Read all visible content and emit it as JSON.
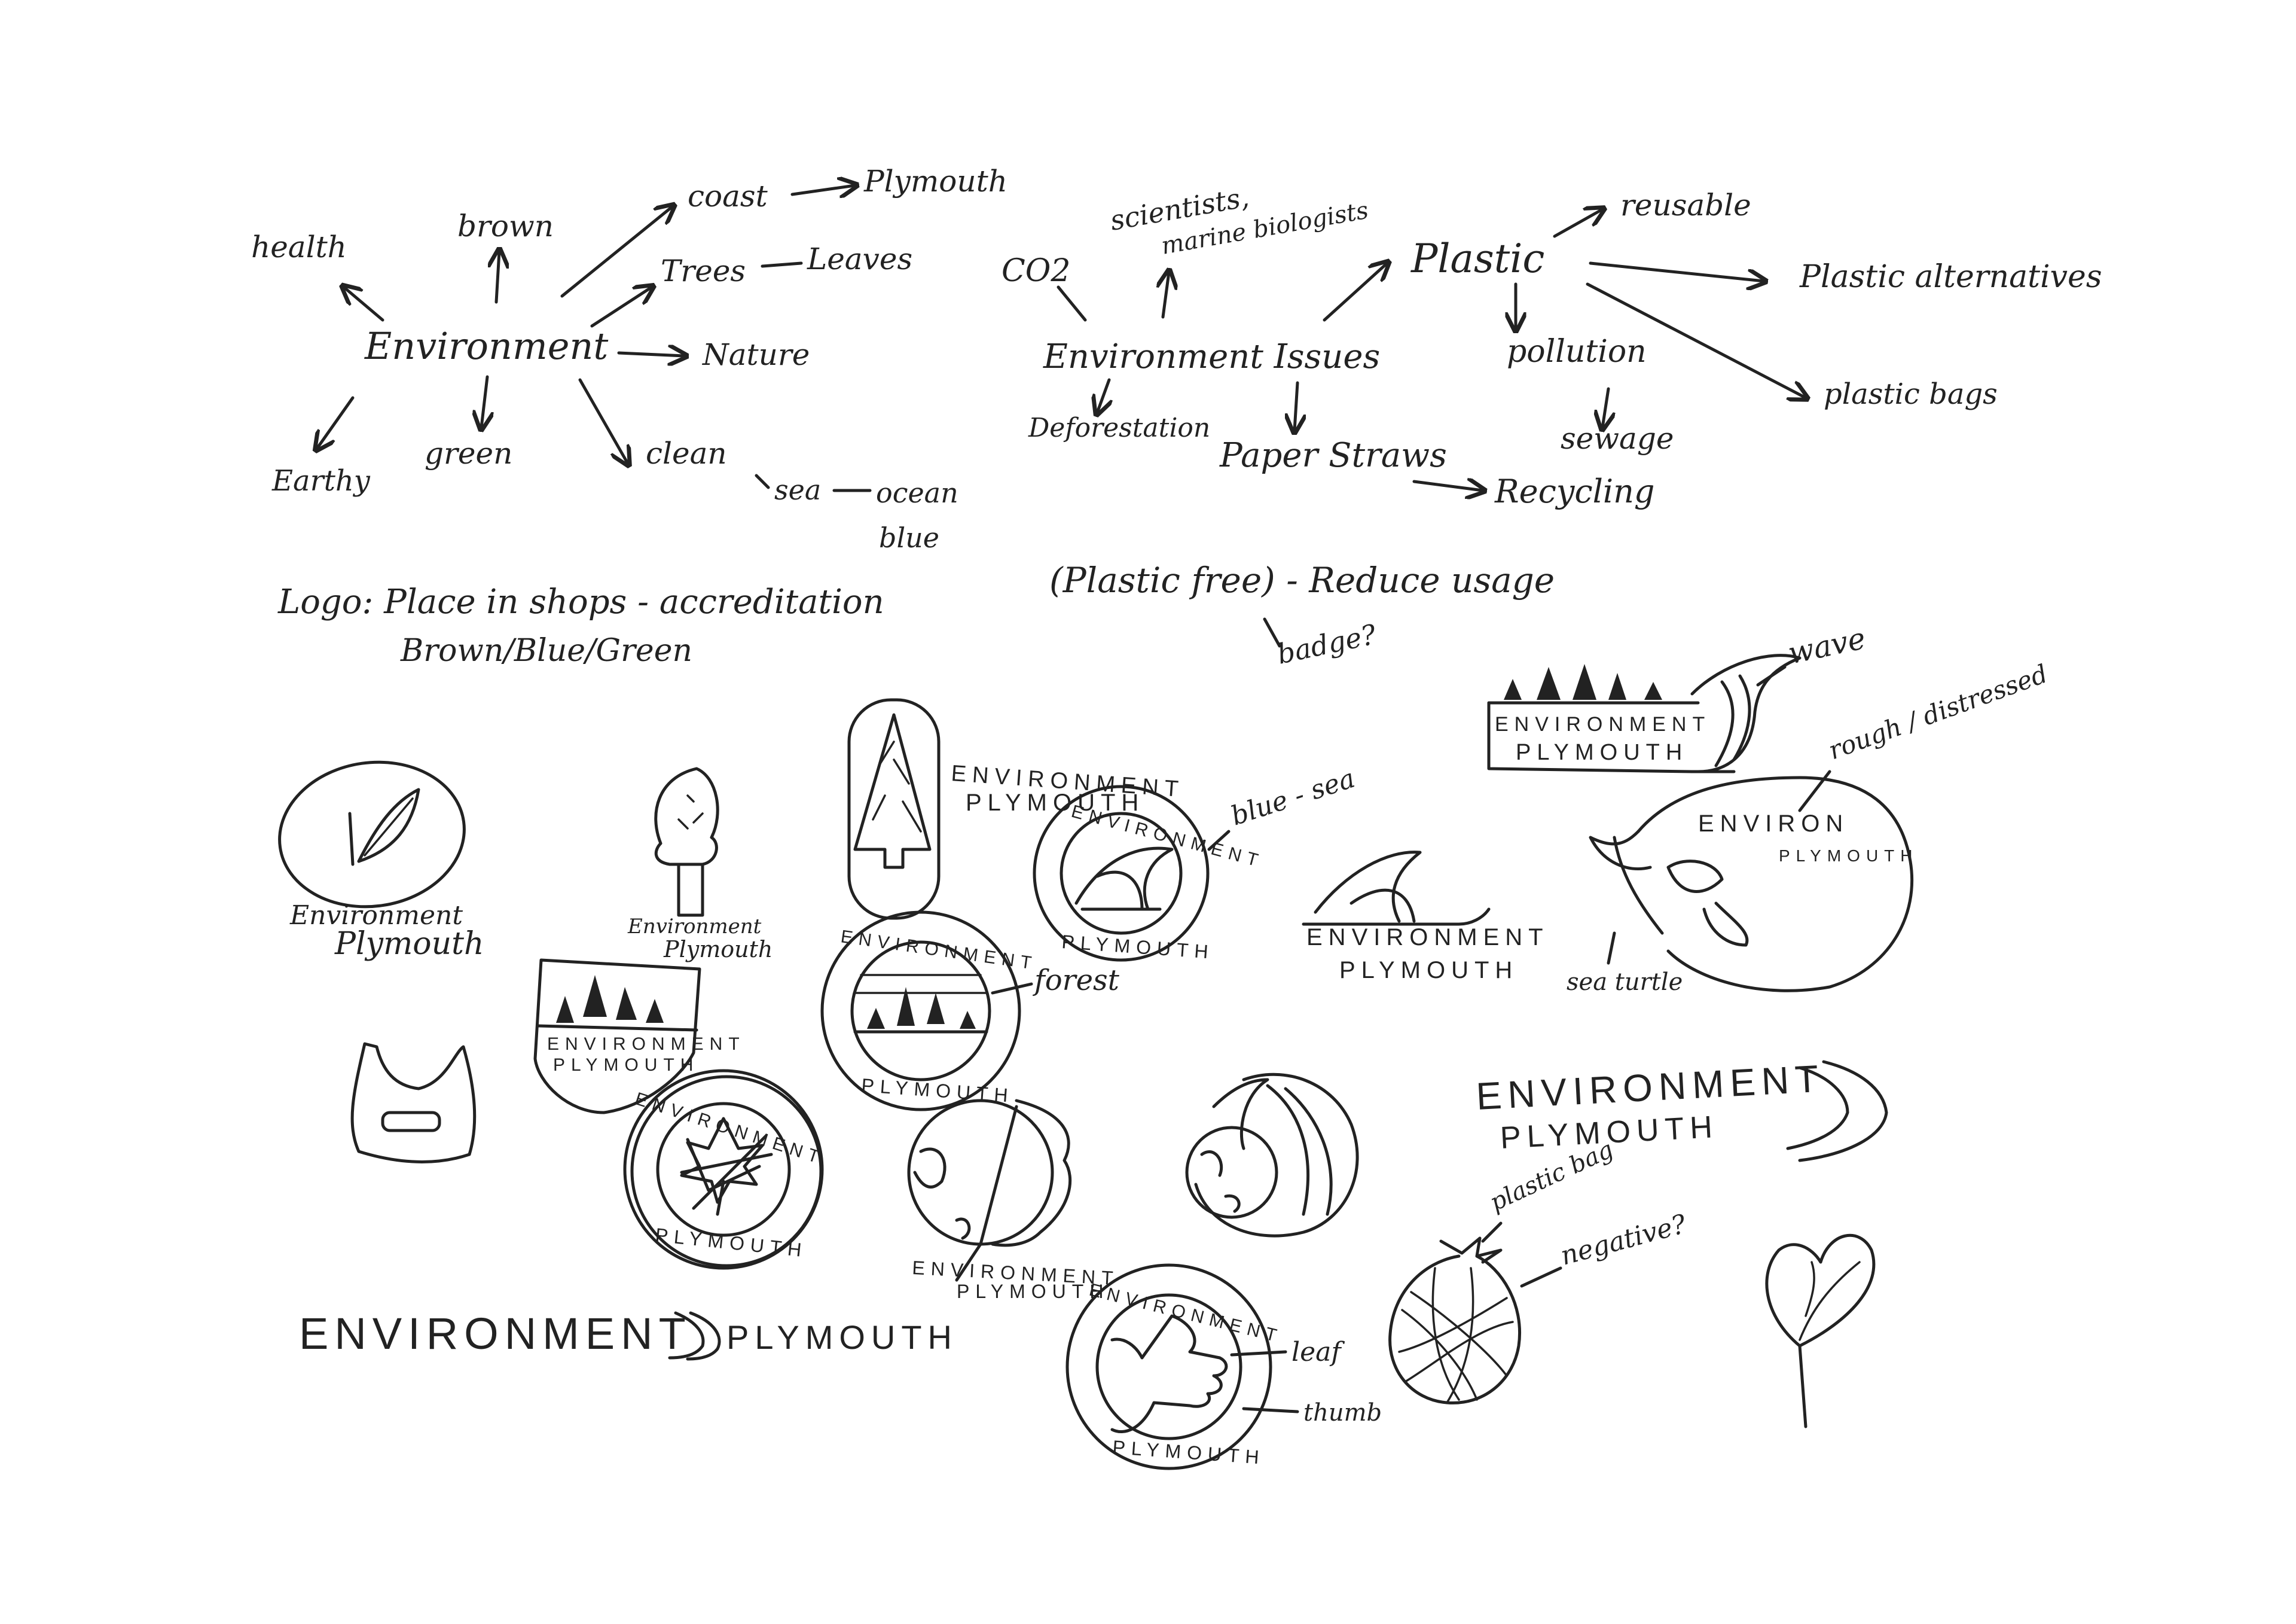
{
  "mindmap_environment": {
    "center": "Environment",
    "branches": [
      "health",
      "brown",
      "coast",
      "Plymouth",
      "Trees",
      "Leaves",
      "Nature",
      "clean",
      "sea",
      "ocean",
      "blue",
      "green",
      "Earthy"
    ]
  },
  "mindmap_issues": {
    "center": "Environment Issues",
    "branches": [
      "CO2",
      "scientists,",
      "marine biologists",
      "Plastic",
      "reusable",
      "Plastic alternatives",
      "plastic bags",
      "pollution",
      "sewage",
      "Deforestation",
      "Paper Straws",
      "Recycling"
    ]
  },
  "notes": {
    "line1": "Logo: Place in shops - accreditation",
    "line2": "Brown/Blue/Green",
    "line3": "(Plastic free) - Reduce usage",
    "line4": "badge?"
  },
  "logo_sketch_labels": {
    "leaf_oval_line1": "Environment",
    "leaf_oval_line2": "Plymouth",
    "tree_line1": "Environment",
    "tree_line2": "Plymouth",
    "shield_line1": "ENVIRONMENT",
    "shield_line2": "PLYMOUTH",
    "tall_title_line1": "ENVIRONMENT",
    "tall_title_line2": "PLYMOUTH",
    "wave_ring_top": "ENVIRONMENT",
    "wave_ring_bottom": "PLYMOUTH",
    "wave_ring_note": "blue - sea",
    "forest_ring_top": "ENVIRONMENT",
    "forest_ring_bottom": "PLYMOUTH",
    "forest_ring_note": "forest",
    "maple_ring_top": "ENVIRONMENT",
    "maple_ring_bottom": "PLYMOUTH",
    "wave_simple_line1": "ENVIRONMENT",
    "wave_simple_line2": "PLYMOUTH",
    "banner_line1": "ENVIRONMENT",
    "banner_line2": "PLYMOUTH",
    "banner_note": "wave",
    "turtle_line1": "ENVIRON",
    "turtle_line2": "PLYMOUTH",
    "turtle_note": "rough / distressed",
    "turtle_note2": "sea turtle",
    "globe_leaf_line1": "ENVIRONMENT",
    "globe_leaf_line2": "PLYMOUTH",
    "wordmark_line1": "ENVIRONMENT",
    "wordmark_line2": "PLYMOUTH",
    "long_wordmark_left": "ENVIRONMENT",
    "long_wordmark_right": "PLYMOUTH",
    "thumb_ring_top": "ENVIRONMENT",
    "thumb_ring_bottom": "PLYMOUTH",
    "thumb_note1": "leaf",
    "thumb_note2": "thumb",
    "bag_note1": "plastic bag",
    "bag_note2": "negative?"
  }
}
